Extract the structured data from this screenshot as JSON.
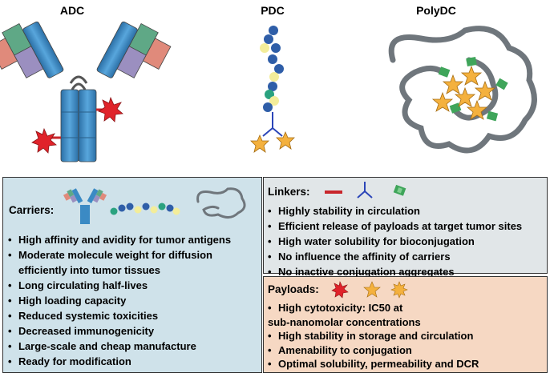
{
  "titles": {
    "adc": "ADC",
    "pdc": "PDC",
    "polydc": "PolyDC"
  },
  "carriers": {
    "heading": "Carriers:",
    "items": [
      "High affinity and avidity for tumor antigens",
      "Moderate molecule weight  for diffusion",
      "efficiently into tumor tissues",
      "Long circulating half-lives",
      "High loading capacity",
      "Reduced systemic toxicities",
      "Decreased immunogenicity",
      "Large-scale and cheap manufacture",
      "Ready for modification"
    ]
  },
  "linkers": {
    "heading": "Linkers:",
    "items": [
      "Highly stability in circulation",
      "Efficient release of payloads at target tumor sites",
      "High water solubility for bioconjugation",
      "No influence the affinity of carriers",
      "No inactive conjugation aggregates"
    ]
  },
  "payloads": {
    "heading": "Payloads:",
    "items": [
      "High cytotoxicity: IC50 at",
      "sub-nanomolar concentrations",
      "High stability in storage and circulation",
      "Amenability to conjugation",
      "Optimal solubility, permeability and DCR"
    ]
  },
  "colors": {
    "carriers_bg": "#cfe2ea",
    "linkers_bg": "#e1e6e8",
    "payloads_bg": "#f6d8c3",
    "antibody_blue": "#3b8ac4",
    "antibody_green": "#5fa886",
    "antibody_salmon": "#e08a7b",
    "antibody_purple": "#9b8fc0",
    "payload_red": "#e0232a",
    "payload_orange": "#f4b13e",
    "linker_green": "#3fa55a",
    "polymer_gray": "#6f767c",
    "pdc_bead_blue": "#2f5ea8",
    "pdc_bead_yellow": "#f3ed9a",
    "pdc_bead_teal": "#2aa27f"
  }
}
